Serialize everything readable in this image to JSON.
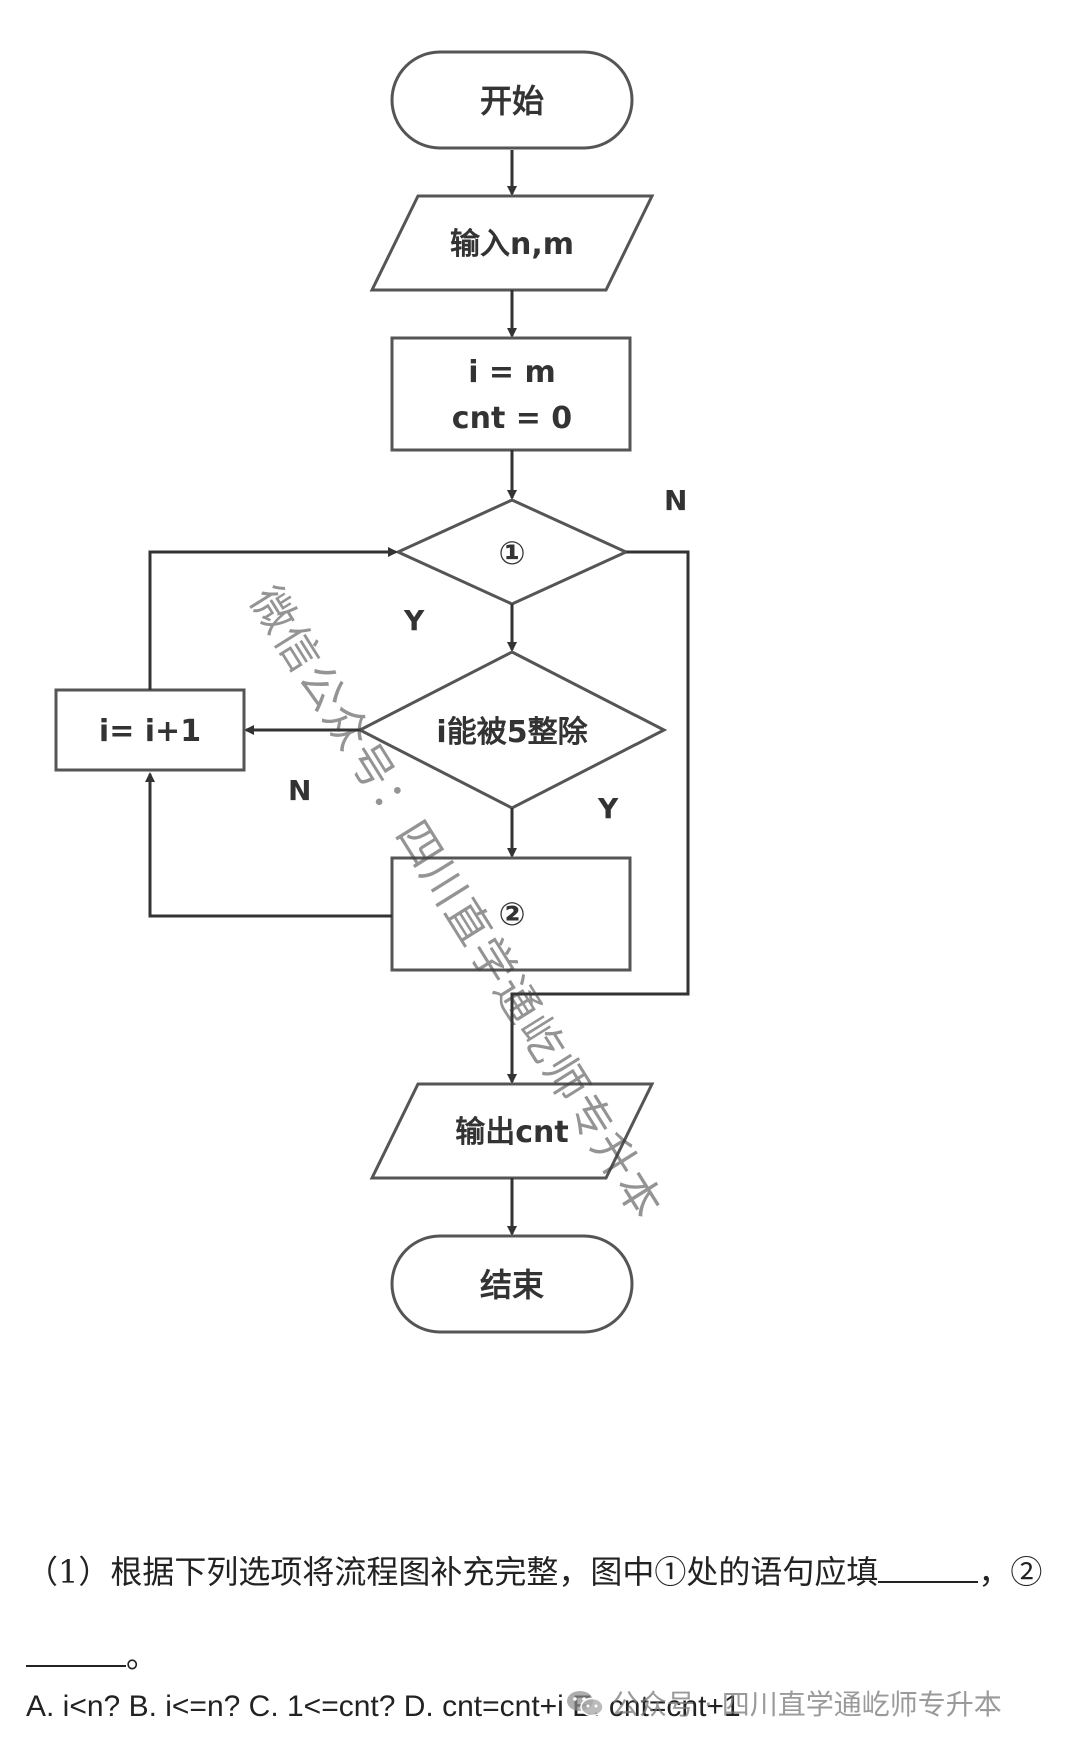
{
  "diagram": {
    "nodes": {
      "start": "开始",
      "input": "输入n,m",
      "init_line1": "i = m",
      "init_line2": "cnt = 0",
      "cond1": "①",
      "cond2": "i能被5整除",
      "increment": "i= i+1",
      "step2": "②",
      "output": "输出cnt",
      "end": "结束"
    },
    "labels": {
      "cond1_no": "N",
      "cond1_yes": "Y",
      "cond2_no": "N",
      "cond2_yes": "Y"
    }
  },
  "watermark": "微信公众号：四川直学通屹师专升本",
  "question": {
    "part1": "（1）根据下列选项将流程图补充完整，图中①处的语句应填",
    "part2": "，②",
    "part3": "。"
  },
  "options": "A. i<n? B. i<=n? C. 1<=cnt? D. cnt=cnt+i E. cnt=cnt+1",
  "footer": {
    "icon": "wechat-icon",
    "text": "公众号 · 四川直学通屹师专升本"
  }
}
